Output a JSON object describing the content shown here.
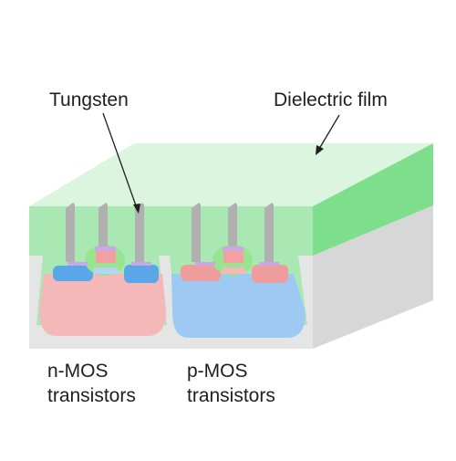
{
  "labels": {
    "tungsten": "Tungsten",
    "dielectric": "Dielectric film",
    "nmos_line1": "n-MOS",
    "nmos_line2": "transistors",
    "pmos_line1": "p-MOS",
    "pmos_line2": "transistors"
  },
  "colors": {
    "dielectric_top": "#dbf5de",
    "dielectric_front": "#a9e8b2",
    "dielectric_side": "#7ddf8c",
    "substrate_front": "#e5e5e5",
    "substrate_side": "#d7d7d7",
    "nwell": "#f4b8b8",
    "pwell": "#9ec9f2",
    "n_diffusion": "#5ba6e8",
    "p_diffusion": "#ef9c9c",
    "tungsten": "#b0b0b0",
    "gate": "#c9a8e8",
    "text": "#1f1f1f"
  }
}
